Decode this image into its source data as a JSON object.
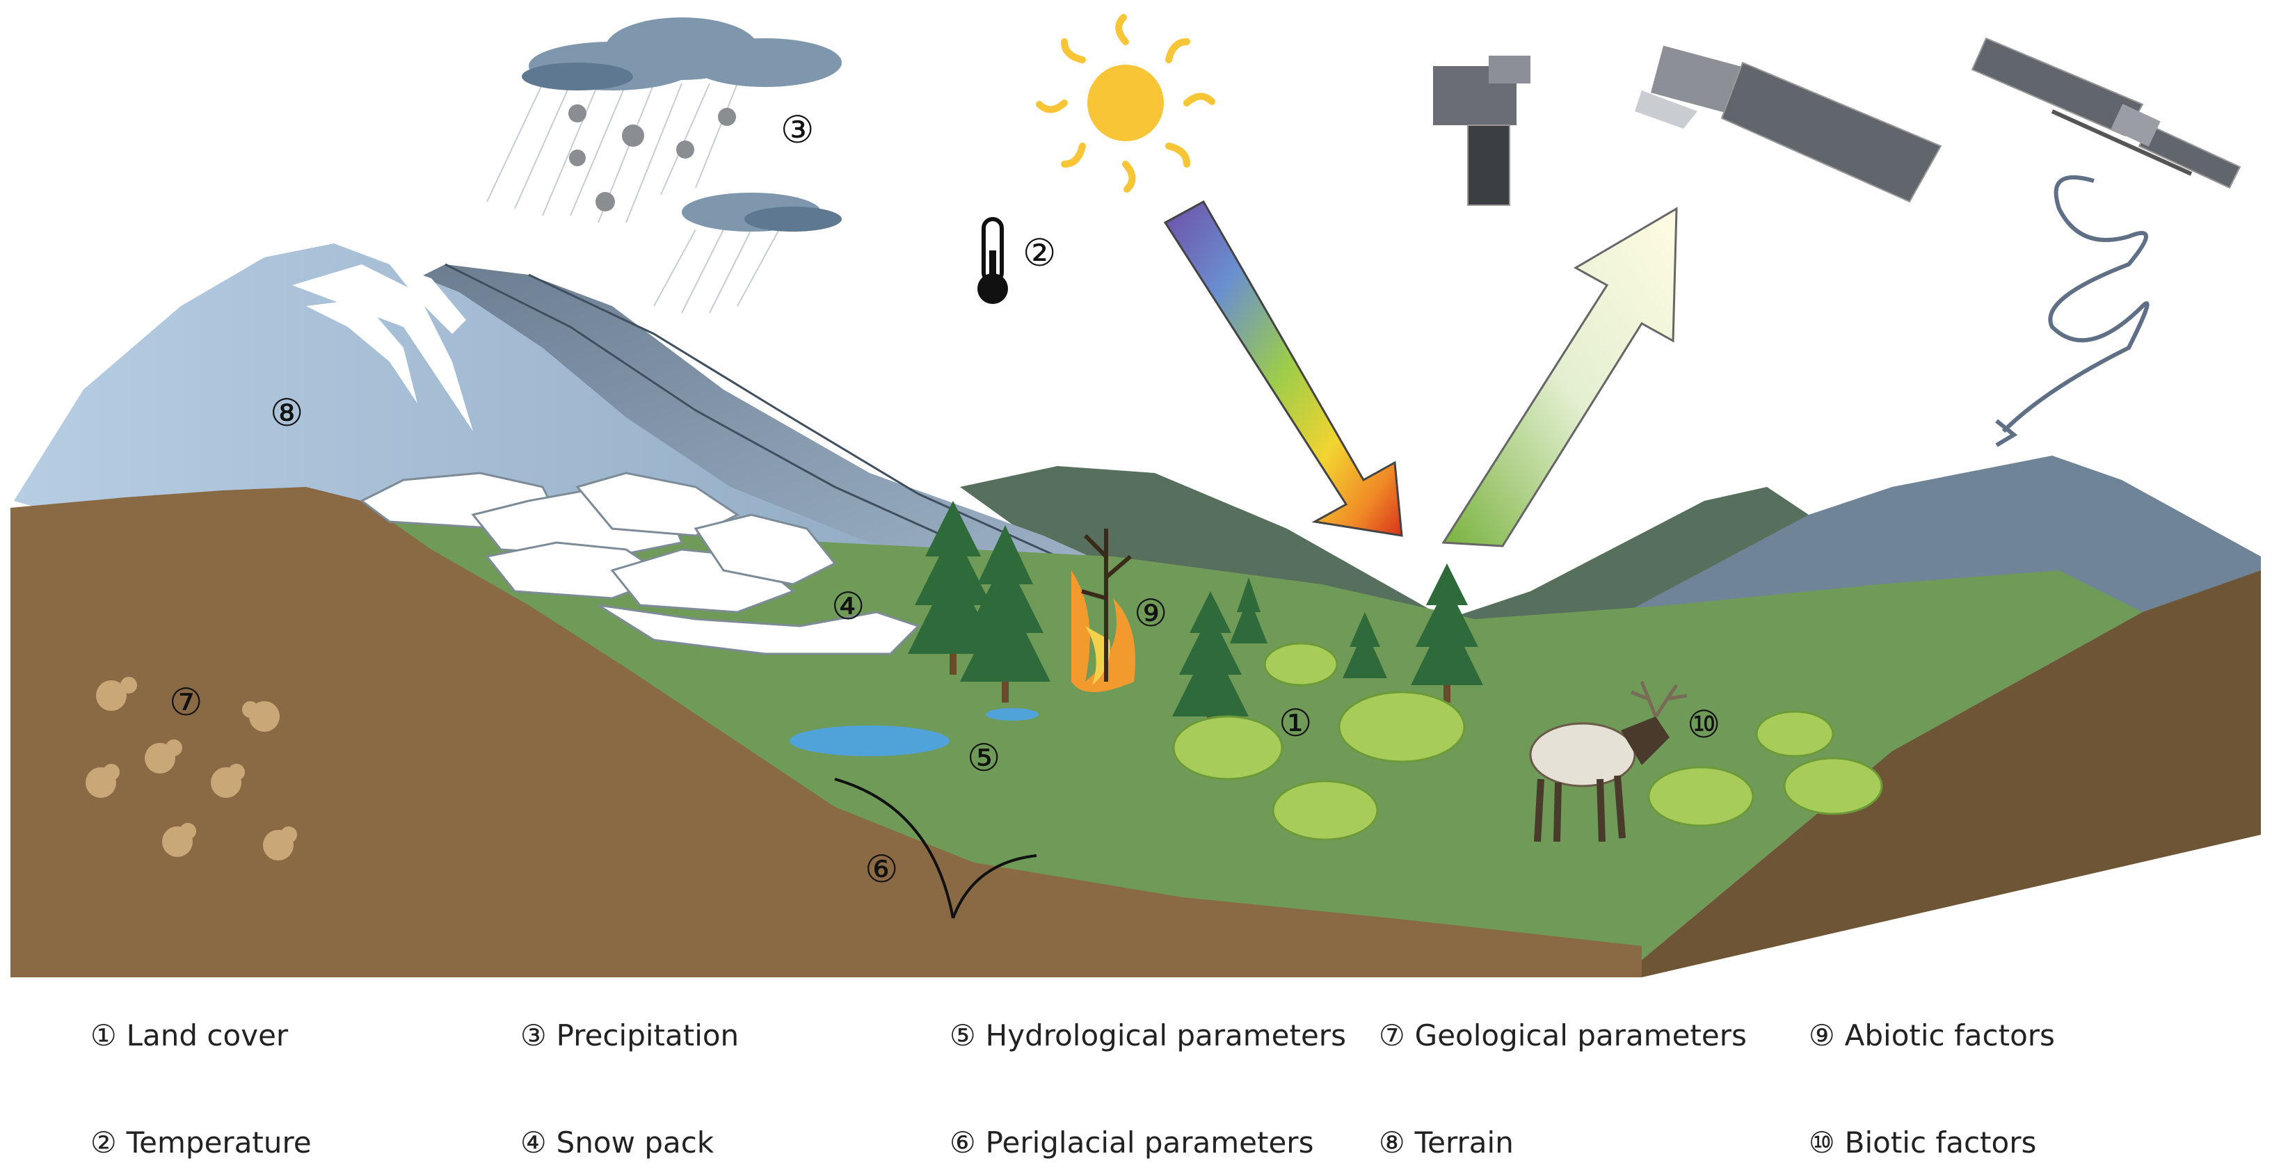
{
  "markers": {
    "m1": "①",
    "m2": "②",
    "m3": "③",
    "m4": "④",
    "m5": "⑤",
    "m6": "⑥",
    "m7": "⑦",
    "m8": "⑧",
    "m9": "⑨",
    "m10": "⑩"
  },
  "legend": [
    {
      "num": "①",
      "label": "Land cover"
    },
    {
      "num": "②",
      "label": "Temperature"
    },
    {
      "num": "③",
      "label": "Precipitation"
    },
    {
      "num": "④",
      "label": "Snow pack"
    },
    {
      "num": "⑤",
      "label": "Hydrological parameters"
    },
    {
      "num": "⑥",
      "label": "Periglacial parameters"
    },
    {
      "num": "⑦",
      "label": "Geological parameters"
    },
    {
      "num": "⑧",
      "label": "Terrain"
    },
    {
      "num": "⑨",
      "label": "Abiotic factors"
    },
    {
      "num": "⑩",
      "label": "Biotic factors"
    }
  ],
  "colors": {
    "soil": "#8a6a45",
    "grass": "#6f9a57",
    "mountain_light": "#a9c3da",
    "mountain_dark": "#7a8fa3",
    "hill_green": "#5f7e66",
    "water": "#4fa3d9",
    "sun": "#f7c535",
    "tree": "#2f6b3a",
    "shrub": "#a7cc5a",
    "satellite": "#6a6d73"
  },
  "icons": [
    "sun-icon",
    "thermometer-icon",
    "cloud-icon",
    "snowflake-icon",
    "satellite-icon",
    "fire-icon",
    "elk-icon",
    "tree-icon",
    "shrub-icon"
  ]
}
